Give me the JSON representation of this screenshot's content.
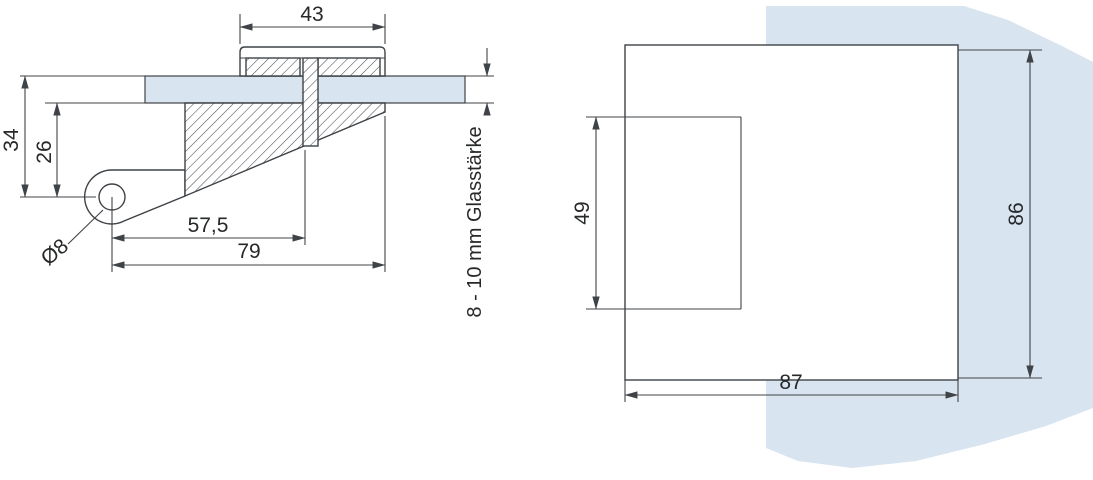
{
  "colors": {
    "glass_fill": "#d8e4ef",
    "line": "#3f4347"
  },
  "side_view": {
    "dims": {
      "top_width": "43",
      "height_outer": "34",
      "height_inner": "26",
      "hole_diameter": "Ø8",
      "length_mid": "57,5",
      "length_full": "79"
    },
    "glass_label": "8 - 10 mm Glasstärke"
  },
  "front_view": {
    "dims": {
      "notch_height": "49",
      "body_height": "86",
      "body_width": "87"
    }
  }
}
